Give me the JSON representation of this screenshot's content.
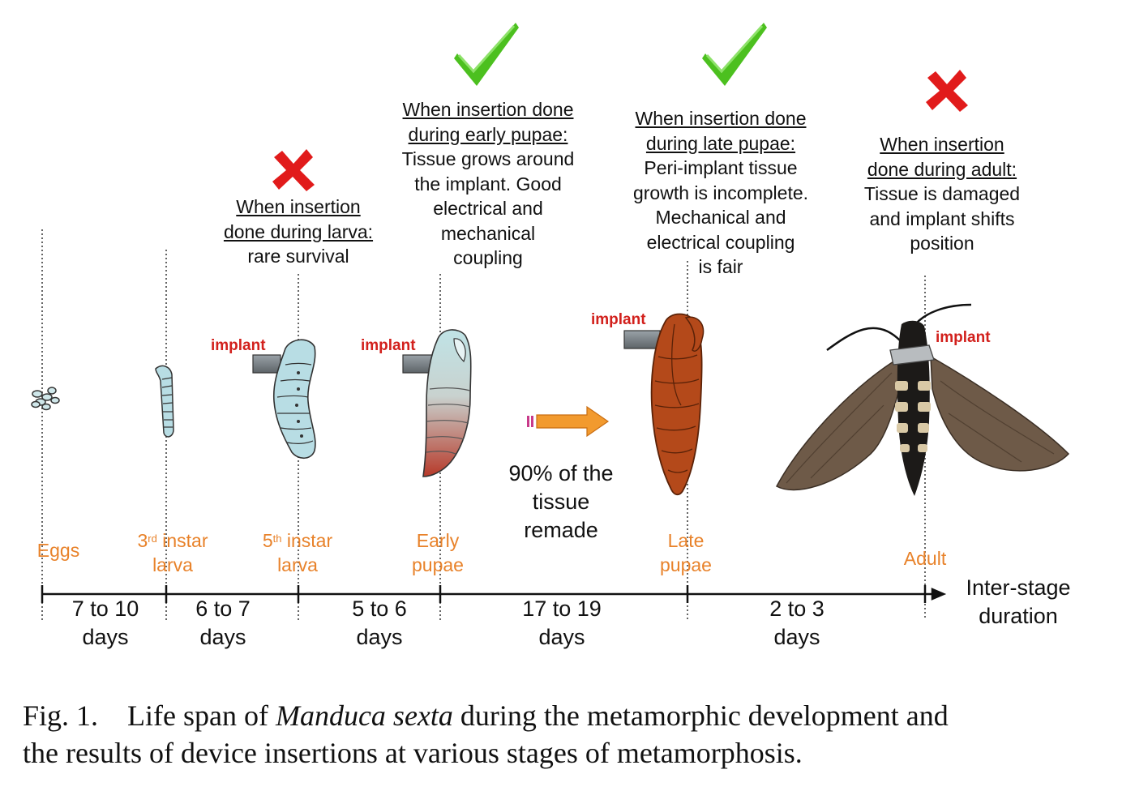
{
  "stages": [
    {
      "id": "eggs",
      "lines": [
        "Eggs"
      ]
    },
    {
      "id": "3rd",
      "num": "3",
      "sup": "rd",
      "rest": "instar",
      "line2": "larva"
    },
    {
      "id": "5th",
      "num": "5",
      "sup": "th",
      "rest": "instar",
      "line2": "larva"
    },
    {
      "id": "early",
      "lines": [
        "Early",
        "pupae"
      ]
    },
    {
      "id": "late",
      "lines": [
        "Late",
        "pupae"
      ]
    },
    {
      "id": "adult",
      "lines": [
        "Adult"
      ]
    }
  ],
  "durations": [
    {
      "l1": "7 to 10",
      "l2": "days"
    },
    {
      "l1": "6 to 7",
      "l2": "days"
    },
    {
      "l1": "5 to 6",
      "l2": "days"
    },
    {
      "l1": "17 to 19",
      "l2": "days"
    },
    {
      "l1": "2 to 3",
      "l2": "days"
    }
  ],
  "axis_label": {
    "l1": "Inter-stage",
    "l2": "duration"
  },
  "notes": {
    "larva": {
      "h1": "When insertion",
      "h2": "done during larva:",
      "b1": "rare survival",
      "mark": "cross-icon"
    },
    "early": {
      "h1": "When insertion done",
      "h2": "during early pupae:",
      "b1": "Tissue grows around",
      "b2": "the implant. Good",
      "b3": "electrical and",
      "b4": "mechanical",
      "b5": "coupling",
      "mark": "check-icon"
    },
    "late": {
      "h1": "When insertion done",
      "h2": "during late pupae:",
      "b1": "Peri-implant tissue",
      "b2": "growth is incomplete.",
      "b3": "Mechanical and",
      "b4": "electrical coupling",
      "b5": "is fair",
      "mark": "check-icon"
    },
    "adult": {
      "h1": "When insertion",
      "h2": "done during adult:",
      "b1": "Tissue is damaged",
      "b2": "and implant shifts",
      "b3": "position",
      "mark": "cross-icon"
    }
  },
  "implant_label": "implant",
  "middle_text": {
    "l1": "90% of the",
    "l2": "tissue",
    "l3": "remade"
  },
  "caption": {
    "prefix": "Fig. 1.",
    "pre": "Life span of",
    "species": "Manduca sexta",
    "post": "during the metamorphic development and",
    "line2": "the results of device insertions at various stages of metamorphosis."
  },
  "colors": {
    "stage_label": "#e8822a",
    "implant_label": "#d2201c",
    "check": "#4cc01f",
    "cross": "#e11b1b",
    "arrow": "#f29a2e",
    "larva": "#b8dde4",
    "pupa_late": "#b4491a",
    "moth": "#6e5a48"
  }
}
